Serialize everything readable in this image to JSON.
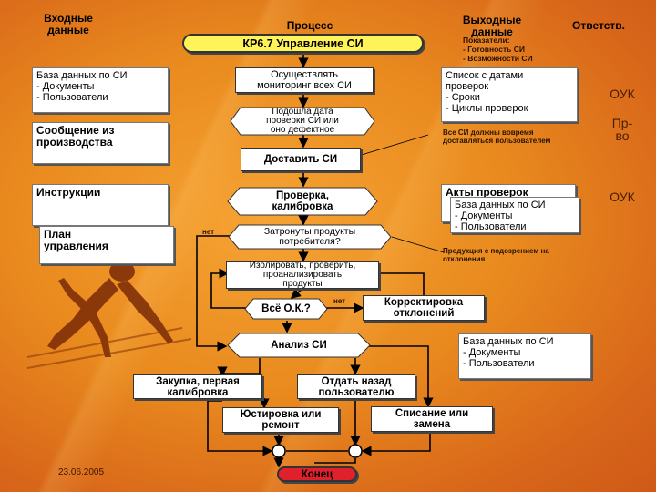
{
  "columns": {
    "inputs": "Входные\nданные",
    "process": "Процесс",
    "outputs": "Выходные\nданные",
    "responsible": "Ответств."
  },
  "title": "КР6.7  Управление СИ",
  "indicators": "Показатели:\n- Готовность СИ\n- Возможности СИ",
  "inputs": {
    "db1": "База данных по СИ\n- Документы\n- Пользователи",
    "production_msg": "Сообщение из\nпроизводства",
    "instructions": "Инструкции",
    "plan": "План\nуправления"
  },
  "steps": {
    "monitoring": "Осуществлять\nмониторинг всех СИ",
    "date_due": "Подошла дата\nпроверки СИ или\nоно дефектное",
    "deliver": "Доставить СИ",
    "verify": "Проверка,\nкалибровка",
    "affected": "Затронуты продукты\nпотребителя?",
    "isolate": "Изолировать, проверить,\nпроанализировать\nпродукты",
    "all_ok": "Всё О.К.?",
    "correction": "Корректировка\nотклонений",
    "analysis": "Анализ СИ",
    "purchase": "Закупка, первая\nкалибровка",
    "return": "Отдать назад\nпользователю",
    "repair": "Юстировка или\nремонт",
    "writeoff": "Списание или\nзамена",
    "end": "Конец"
  },
  "outputs": {
    "list": "Список с датами\nпроверок\n- Сроки\n- Циклы проверок",
    "acts": "Акты проверок",
    "db2": "База данных по СИ\n- Документы\n- Пользователи",
    "db3": "База данных по СИ\n- Документы\n- Пользователи"
  },
  "notes": {
    "delivery": "Все СИ должны вовремя\nдоставляться пользователем",
    "suspect": "Продукция с подозрением на\nотклонения"
  },
  "labels": {
    "no1": "нет",
    "no2": "нет"
  },
  "responsible": {
    "r1": "ОУК",
    "r2": "Пр-\nво",
    "r3": "ОУК"
  },
  "footer": {
    "date": "23.06.2005"
  }
}
